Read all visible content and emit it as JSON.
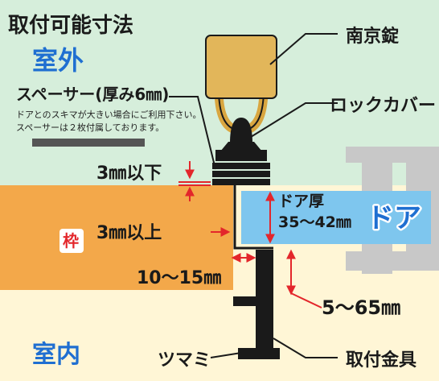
{
  "title": "取付可能寸法",
  "zones": {
    "outside": "室外",
    "inside": "室内",
    "frame": "枠",
    "door": "ドア"
  },
  "spacer": {
    "label": "スペーサー(厚み6㎜)",
    "note_line1": "ドアとのスキマが大きい場合にご利用下さい。",
    "note_line2": "スペーサーは２枚付属しております。"
  },
  "parts": {
    "padlock": "南京錠",
    "lock_cover": "ロックカバー",
    "knob": "ツマミ",
    "bracket": "取付金具"
  },
  "dimensions": {
    "gap_max": "3㎜以下",
    "gap_min": "3㎜以上",
    "door_thickness_label": "ドア厚",
    "door_thickness_range": "35〜42㎜",
    "frame_offset": "10〜15㎜",
    "bracket_range": "5〜65㎜"
  },
  "colors": {
    "outside_bg": "#d6eedb",
    "inside_bg": "#fff6d6",
    "frame": "#f3a84a",
    "door_blue": "#7ec6ee",
    "door_gray": "#c8c8c8",
    "padlock": "#e2b65a",
    "red": "#e3262b"
  }
}
